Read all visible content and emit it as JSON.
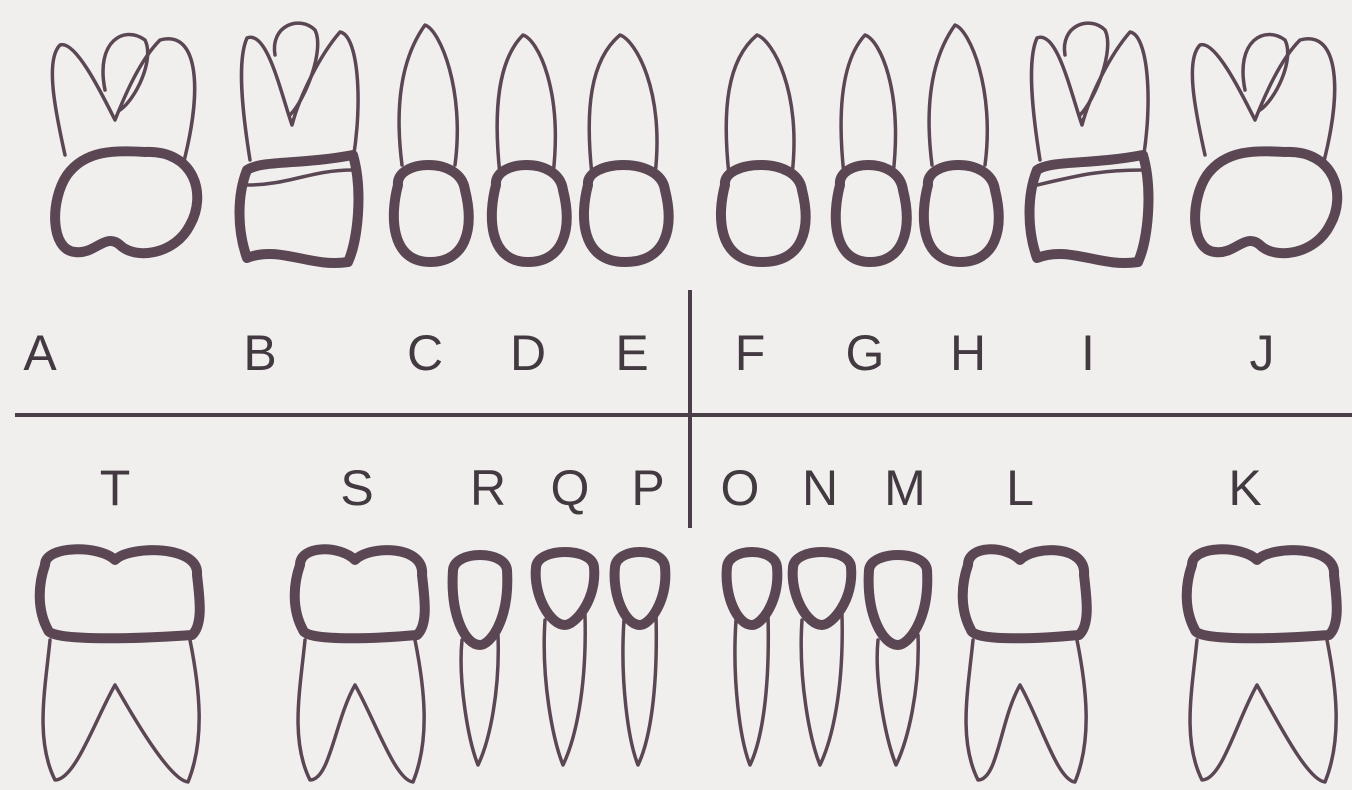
{
  "upper_teeth": [
    {
      "label": "A",
      "type": "molar2"
    },
    {
      "label": "B",
      "type": "molar1"
    },
    {
      "label": "C",
      "type": "canine"
    },
    {
      "label": "D",
      "type": "incisor"
    },
    {
      "label": "E",
      "type": "incisor"
    },
    {
      "label": "F",
      "type": "incisor"
    },
    {
      "label": "G",
      "type": "incisor"
    },
    {
      "label": "H",
      "type": "canine"
    },
    {
      "label": "I",
      "type": "molar1"
    },
    {
      "label": "J",
      "type": "molar2"
    }
  ],
  "lower_teeth": [
    {
      "label": "T",
      "type": "molar"
    },
    {
      "label": "S",
      "type": "molar"
    },
    {
      "label": "R",
      "type": "canine"
    },
    {
      "label": "Q",
      "type": "incisor"
    },
    {
      "label": "P",
      "type": "incisor"
    },
    {
      "label": "O",
      "type": "incisor"
    },
    {
      "label": "N",
      "type": "incisor"
    },
    {
      "label": "M",
      "type": "canine"
    },
    {
      "label": "L",
      "type": "molar"
    },
    {
      "label": "K",
      "type": "molar"
    }
  ],
  "colors": {
    "outline": "#5a4753",
    "text": "#423a40",
    "background": "#f1efee"
  }
}
